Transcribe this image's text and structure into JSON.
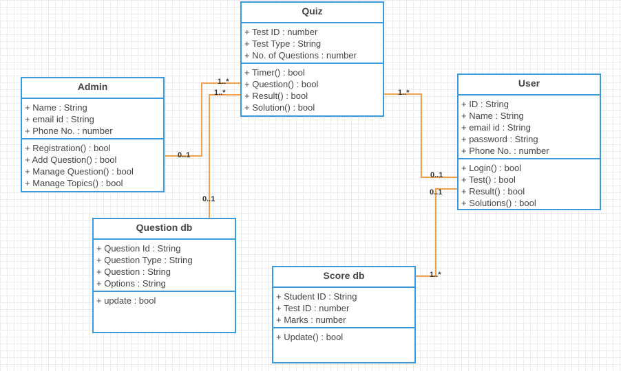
{
  "classes": {
    "quiz": {
      "name": "Quiz",
      "attributes": [
        "+ Test ID : number",
        "+ Test Type : String",
        "+ No. of Questions : number"
      ],
      "methods": [
        "+ Timer() : bool",
        "+ Question() : bool",
        "+ Result() : bool",
        "+ Solution() : bool"
      ]
    },
    "admin": {
      "name": "Admin",
      "attributes": [
        "+ Name : String",
        "+ email id : String",
        "+ Phone No. : number"
      ],
      "methods": [
        "+ Registration() : bool",
        "+ Add Question() : bool",
        "+ Manage Question() : bool",
        "+ Manage Topics() : bool"
      ]
    },
    "user": {
      "name": "User",
      "attributes": [
        "+ ID : String",
        "+ Name : String",
        "+ email id : String",
        "+ password : String",
        "+ Phone No. : number"
      ],
      "methods": [
        "+ Login() : bool",
        "+ Test() : bool",
        "+ Result() : bool",
        "+ Solutions() : bool"
      ]
    },
    "question_db": {
      "name": "Question db",
      "attributes": [
        "+ Question Id : String",
        "+ Question Type : String",
        "+ Question : String",
        "+ Options : String"
      ],
      "methods": [
        "+ update : bool"
      ]
    },
    "score_db": {
      "name": "Score db",
      "attributes": [
        "+ Student ID : String",
        "+ Test ID : number",
        "+ Marks : number"
      ],
      "methods": [
        "+ Update() : bool"
      ]
    }
  },
  "multiplicities": {
    "admin_end": "0..1",
    "quiz_admin_end": "1..*",
    "quiz_qdb_end": "1..*",
    "qdb_end": "0..1",
    "quiz_user_end": "1..*",
    "user_quiz_end": "0..1",
    "user_score_end": "0..1",
    "score_end": "1..*"
  },
  "colors": {
    "class_border": "#3a9ad9",
    "connector": "#f0a04a",
    "grid": "#eaeaea"
  }
}
